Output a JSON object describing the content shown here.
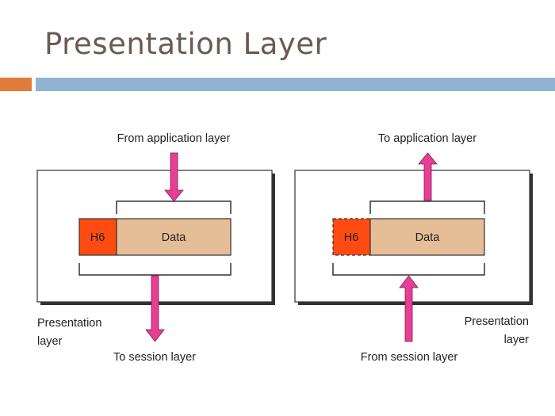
{
  "slide": {
    "title": "Presentation Layer",
    "accent_colors": {
      "orange": "#e07b3c",
      "blue": "#8fb3d0"
    }
  },
  "diagram": {
    "colors": {
      "header": "#ff4a12",
      "data": "#e5be98",
      "arrow": "#e83e96"
    },
    "sender": {
      "top_label": "From application layer",
      "bottom_label": "To session layer",
      "layer_label_line1": "Presentation",
      "layer_label_line2": "layer",
      "header_text": "H6",
      "data_text": "Data"
    },
    "receiver": {
      "top_label": "To application layer",
      "bottom_label": "From session layer",
      "layer_label_line1": "Presentation",
      "layer_label_line2": "layer",
      "header_text": "H6",
      "data_text": "Data"
    }
  }
}
